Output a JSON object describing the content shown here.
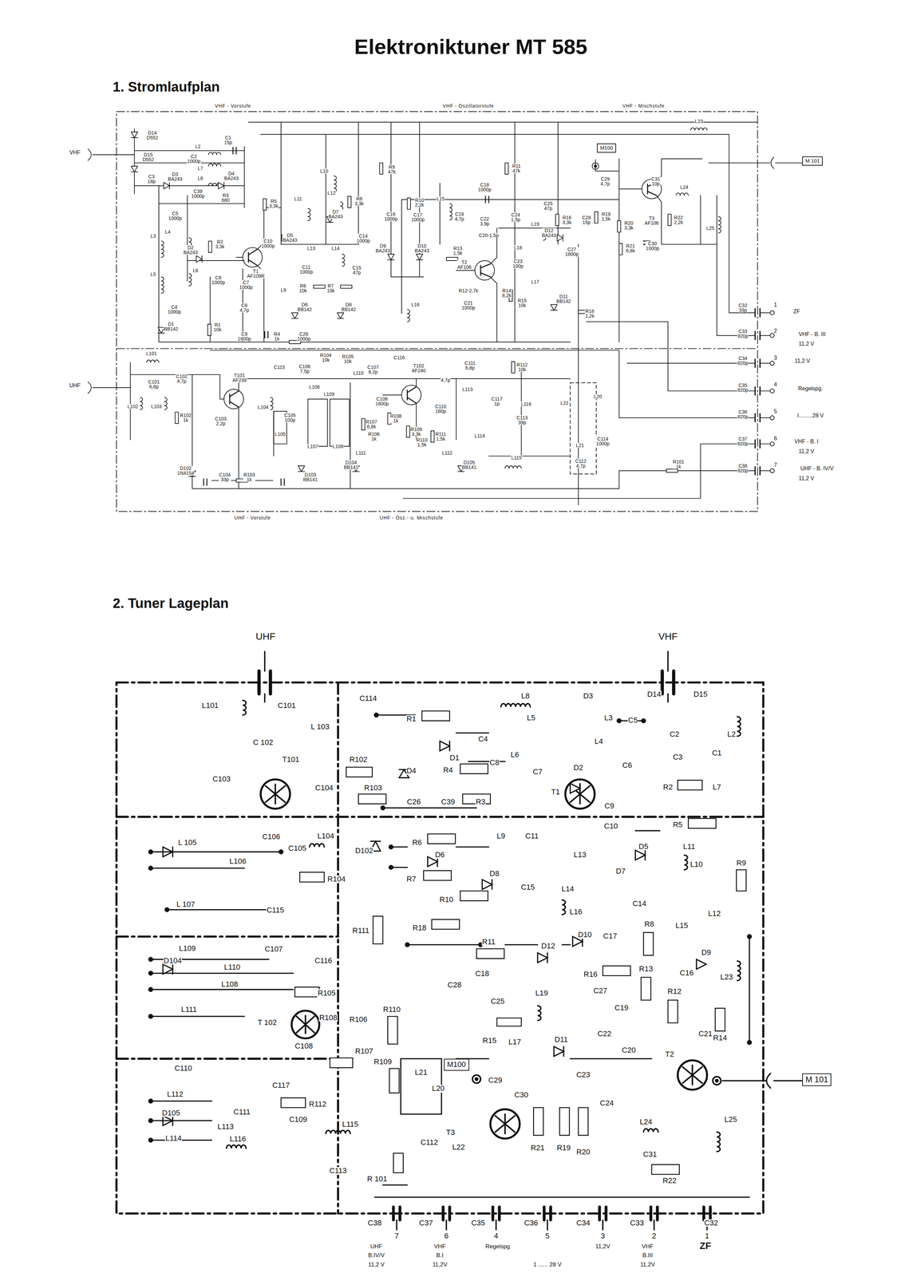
{
  "diagram": {
    "title": "Elektroniktuner MT 585",
    "nodes": [
      {
        "text": [
          "M100"
        ]
      },
      {
        "text": [
          "M 101"
        ]
      },
      {
        "text": [
          "M100"
        ]
      },
      {
        "text": [
          "M 101"
        ]
      }
    ],
    "labels": [
      "1. Stromlaufplan",
      "2. Tuner Lageplan",
      "VHF - Vorstufe",
      "VHF - Oszillatorstufe",
      "VHF - Mischstufe",
      "UHF - Vorstufe",
      "UHF - Osz.- u. Mischstufe",
      "VHF",
      "UHF",
      "1",
      "ZF",
      "2",
      "VHF - B. III",
      "11,2 V",
      "3",
      "11,2 V",
      "4",
      "Regelspg.",
      "5",
      "I.........28 V",
      "6",
      "VHF - B. I",
      "11,2 V",
      "7",
      "UHF - B. IV/V",
      "11,2 V",
      "C32 33p",
      "C33 820p",
      "C34 820p",
      "C35 820p",
      "C36 820p",
      "C37 820p",
      "C38 820p",
      "D14 D552",
      "D15 D552",
      "L2",
      "C1 15p",
      "C2 1000p",
      "L7",
      "C3 18p",
      "D3 BA243",
      "L8",
      "D4 BA243",
      "C39 1000p",
      "R3 680",
      "C5 1000p",
      "L3",
      "L4",
      "R2 3,3k",
      "D2 BA243",
      "L5",
      "L6",
      "C6 1000p",
      "C7 1000p",
      "T1 AF109R",
      "C8 4,7p",
      "C4 1000p",
      "D1 BB142",
      "R1 10k",
      "C9 1800p",
      "R4 1k",
      "C26 1000p",
      "R5 3,3k",
      "L10",
      "L11",
      "L12",
      "D5 BA243",
      "C10 1000p",
      "L13",
      "D7 BA243",
      "L14",
      "R8 3,3k",
      "C14 1000p",
      "C15 47p",
      "C11 1000p",
      "L9",
      "R6 10k",
      "R7 10k",
      "D6 BB142",
      "D8 BB142",
      "R9 47k",
      "C16 1000p",
      "R10 2,2k",
      "C17 1000p",
      "L15",
      "D9 BA243",
      "D10 BA243",
      "L16",
      "C18 1000p",
      "R11 47k",
      "C19 4,7p",
      "C22 3,9p",
      "C24 1,5p",
      "C25 47p",
      "L19",
      "R16 3,3k",
      "D12 BA243",
      "C20-1,5p",
      "R13 1,5k",
      "T2 AF106",
      "L18",
      "C23 100p",
      "C27 1800p",
      "R12-2,7k",
      "L17",
      "C21 1000p",
      "R14 8,2k",
      "R15 10k",
      "D11 BB142",
      "R18 1,2k",
      "C28 15p",
      "R19 1,5k",
      "C29 4,7p",
      "C31 10p",
      "T3 AF106",
      "R20 3,3k",
      "R21 6,8k",
      "C30 1000p",
      "R22 2,2k",
      "L24",
      "L25",
      "L23",
      "L101",
      "C101 6,8p",
      "C102 4,7p",
      "L102",
      "L103",
      "T101 AF239",
      "R102 1k",
      "C103 2,2p",
      "L104",
      "C105 100p",
      "D102 1N4154",
      "C104 33p",
      "R103 1k",
      "D103 BB141",
      "L105",
      "L106",
      "L107",
      "L108",
      "L109",
      "L110",
      "C115",
      "C106 7,5p",
      "R104 10k",
      "R105 10k",
      "C107 8,2p",
      "C116",
      "T102 AF240",
      "4,7p",
      "C111 6,8p",
      "C108 1800p",
      "R107 6,8k",
      "R108 1k",
      "C110 180p",
      "R109 3,3k",
      "R106 1k",
      "R111 1,5k",
      "R110 1,5k",
      "L111",
      "D104 BB141",
      "L112",
      "D105 BB141",
      "L113",
      "L114",
      "L115",
      "C117 1p",
      "L116",
      "C113 39p",
      "R112 10k",
      "L22",
      "L20",
      "L21",
      "C114 1000p",
      "C112 4,7p",
      "R101 1k",
      "UHF",
      "VHF",
      "L101",
      "C101",
      "L 103",
      "C 102",
      "T101",
      "C103",
      "R102",
      "C104",
      "R103",
      "C114",
      "R1",
      "L8",
      "D3",
      "L5",
      "D14",
      "D15",
      "L3",
      "C5",
      "C4",
      "L4",
      "C2",
      "C3",
      "L6",
      "D1",
      "R4",
      "C8",
      "L2",
      "C1",
      "C7",
      "D2",
      "C6",
      "L7",
      "D4",
      "R2",
      "C26",
      "C39",
      "R3",
      "T1",
      "C9",
      "D102",
      "R6",
      "L9",
      "C11",
      "C10",
      "R5",
      "D6",
      "L13",
      "D5",
      "L11",
      "R9",
      "R7",
      "D8",
      "L10",
      "R10",
      "C15",
      "L14",
      "D7",
      "C14",
      "R8",
      "L15",
      "L12",
      "R111",
      "R18",
      "L16",
      "D10",
      "C17",
      "R11",
      "D12",
      "R16",
      "R13",
      "C16",
      "D9",
      "L23",
      "C28",
      "C18",
      "C25",
      "L19",
      "C27",
      "C19",
      "R12",
      "R14",
      "R110",
      "R15",
      "L17",
      "D11",
      "C22",
      "C20",
      "C21",
      "T2",
      "R109",
      "C29",
      "L21",
      "L20",
      "C23",
      "C30",
      "C24",
      "L24",
      "L25",
      "T3",
      "L22",
      "C112",
      "R21",
      "R19",
      "R20",
      "C31",
      "R22",
      "R 101",
      "L 105",
      "C106",
      "L104",
      "C105",
      "L106",
      "R104",
      "L 107",
      "C115",
      "L109",
      "C107",
      "C116",
      "D104",
      "L110",
      "L108",
      "R105",
      "L111",
      "T 102",
      "R108",
      "R106",
      "C108",
      "R107",
      "C110",
      "C117",
      "L112",
      "R112",
      "C111",
      "D105",
      "L113",
      "C109",
      "L114",
      "L116",
      "L115",
      "C113",
      "C38",
      "C37",
      "C35",
      "C36",
      "C34",
      "C33",
      "C32",
      "7",
      "6",
      "4",
      "5",
      "3",
      "2",
      "1",
      "UHF",
      "B.IV/V",
      "11,2 V",
      "VHF",
      "B.I",
      "11,2V",
      "Regelspg",
      "1 ...... 28 V",
      "11,2V",
      "VHF",
      "B.III",
      "11,2V",
      "ZF"
    ]
  }
}
